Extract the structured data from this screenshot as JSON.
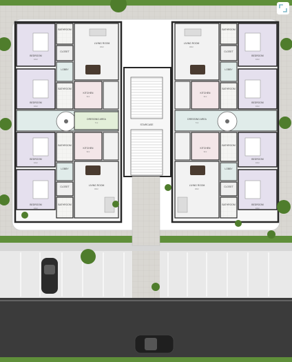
{
  "plan": {
    "colors": {
      "paving": "#d9d7d2",
      "paving_grid": "#c9c6c0",
      "wall": "#262626",
      "lawn": "#5f8f3a",
      "road": "#3b3b3b",
      "parking": "#e9e9e9",
      "bedroom_floor": "#e5e0ee",
      "hall_floor": "#e0ecea",
      "kitchen_floor": "#f3e6e8",
      "living_floor": "#f2f2f2",
      "dressing_floor": "#e3efd9"
    },
    "rooms": {
      "bedroom": "BEDROOM",
      "bedroom_size": "10m²",
      "bathroom": "BATHROOM",
      "bathroom_size": "4m²",
      "closet": "CLOSET",
      "closet_size": "2m²",
      "lobby": "LOBBY",
      "lobby_size": "6m²",
      "living_room": "LIVING ROOM",
      "living_size": "32m²",
      "kitchen": "KITCHEN",
      "kitchen_size": "9m²",
      "dressing_area": "DRESSING AREA",
      "dressing_size": "7m²",
      "staircase": "STAIRCASE"
    },
    "corner_icon": "expand-icon"
  }
}
